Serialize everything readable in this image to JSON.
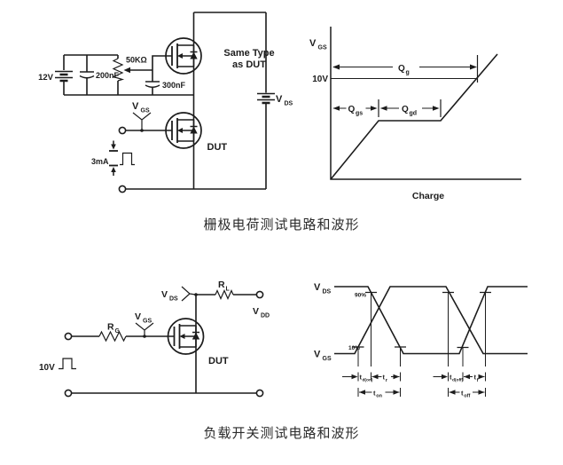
{
  "figure": {
    "captions": {
      "gate_charge": "栅极电荷测试电路和波形",
      "load_switch": "负载开关测试电路和波形"
    },
    "gate_charge_circuit": {
      "supply": "12V",
      "cap1": "200nF",
      "pot": "50KΩ",
      "cap2": "300nF",
      "upper_fet_line1": "Same Type",
      "upper_fet_line2": "as DUT",
      "vgs_main": "V",
      "vgs_sub": "GS",
      "dut": "DUT",
      "current": "3mA",
      "vds_main": "V",
      "vds_sub": "DS"
    },
    "gate_charge_waveform": {
      "yaxis_main": "V",
      "yaxis_sub": "GS",
      "level": "10V",
      "qg_main": "Q",
      "qg_sub": "g",
      "qgs_main": "Q",
      "qgs_sub": "gs",
      "qgd_main": "Q",
      "qgd_sub": "gd",
      "xlabel": "Charge"
    },
    "load_switch_circuit": {
      "rg_main": "R",
      "rg_sub": "G",
      "vgs_main": "V",
      "vgs_sub": "GS",
      "vds_main": "V",
      "vds_sub": "DS",
      "rl_main": "R",
      "rl_sub": "L",
      "vdd_main": "V",
      "vdd_sub": "DD",
      "dut": "DUT",
      "pulse": "10V"
    },
    "load_switch_waveform": {
      "vds_main": "V",
      "vds_sub": "DS",
      "vgs_main": "V",
      "vgs_sub": "GS",
      "p90": "90%",
      "p10": "10%",
      "td_on_main": "t",
      "td_on_sub": "d(on)",
      "tr_main": "t",
      "tr_sub": "r",
      "ton_main": "t",
      "ton_sub": "on",
      "td_off_main": "t",
      "td_off_sub": "d(off)",
      "tf_main": "t",
      "tf_sub": "f",
      "toff_main": "t",
      "toff_sub": "off"
    }
  }
}
